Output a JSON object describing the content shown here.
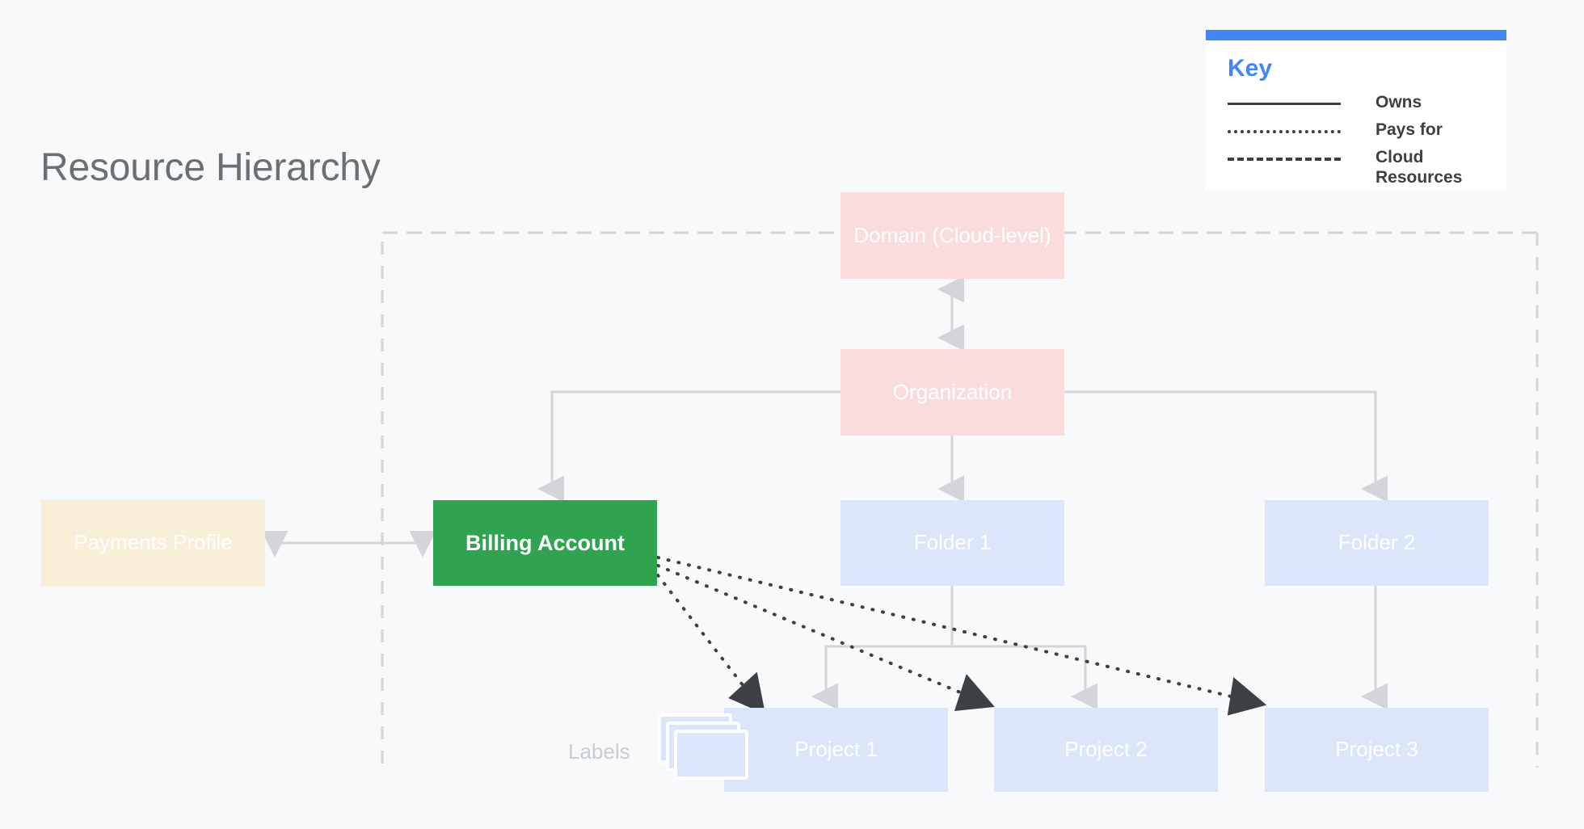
{
  "page": {
    "title": "Resource Hierarchy",
    "background_color": "#f8f9fa"
  },
  "legend": {
    "title": "Key",
    "accent_color": "#4285f4",
    "items": [
      {
        "label": "Owns",
        "style": "solid",
        "icon": "solid-line-icon"
      },
      {
        "label": "Pays for",
        "style": "dotted",
        "icon": "dotted-line-icon"
      },
      {
        "label": "Cloud Resources",
        "style": "dashed",
        "icon": "dashed-line-icon"
      }
    ]
  },
  "boundary": {
    "name": "Cloud Resources",
    "style": "dashed",
    "color": "#d3d5d8"
  },
  "nodes": [
    {
      "id": "domain",
      "label": "Domain (Cloud-level)",
      "color": "#fadcdc",
      "text_color": "#ffffff"
    },
    {
      "id": "organization",
      "label": "Organization",
      "color": "#fadcdc",
      "text_color": "#ffffff"
    },
    {
      "id": "payments_profile",
      "label": "Payments Profile",
      "color": "#f9eed7",
      "text_color": "#ffffff"
    },
    {
      "id": "billing_account",
      "label": "Billing Account",
      "color": "#2fa34f",
      "text_color": "#ffffff"
    },
    {
      "id": "folder_1",
      "label": "Folder 1",
      "color": "#dbe6fa",
      "text_color": "#ffffff"
    },
    {
      "id": "folder_2",
      "label": "Folder 2",
      "color": "#dbe6fa",
      "text_color": "#ffffff"
    },
    {
      "id": "project_1",
      "label": "Project 1",
      "color": "#dbe6fa",
      "text_color": "#ffffff"
    },
    {
      "id": "project_2",
      "label": "Project 2",
      "color": "#dbe6fa",
      "text_color": "#ffffff"
    },
    {
      "id": "project_3",
      "label": "Project 3",
      "color": "#dbe6fa",
      "text_color": "#ffffff"
    }
  ],
  "labels_group": {
    "text": "Labels",
    "icon": "stacked-cards-icon",
    "text_color": "#c9ccd0"
  },
  "connections": [
    {
      "from": "domain",
      "to": "organization",
      "type": "owns",
      "arrows": "both"
    },
    {
      "from": "payments_profile",
      "to": "billing_account",
      "type": "owns",
      "arrows": "both"
    },
    {
      "from": "organization",
      "to": "billing_account",
      "type": "owns",
      "arrows": "to"
    },
    {
      "from": "organization",
      "to": "folder_1",
      "type": "owns",
      "arrows": "to"
    },
    {
      "from": "organization",
      "to": "folder_2",
      "type": "owns",
      "arrows": "to"
    },
    {
      "from": "folder_1",
      "to": "project_1",
      "type": "owns",
      "arrows": "to"
    },
    {
      "from": "folder_1",
      "to": "project_2",
      "type": "owns",
      "arrows": "to"
    },
    {
      "from": "folder_2",
      "to": "project_3",
      "type": "owns",
      "arrows": "to"
    },
    {
      "from": "billing_account",
      "to": "project_1",
      "type": "pays_for",
      "arrows": "to"
    },
    {
      "from": "billing_account",
      "to": "project_2",
      "type": "pays_for",
      "arrows": "to"
    },
    {
      "from": "billing_account",
      "to": "project_3",
      "type": "pays_for",
      "arrows": "to"
    }
  ]
}
